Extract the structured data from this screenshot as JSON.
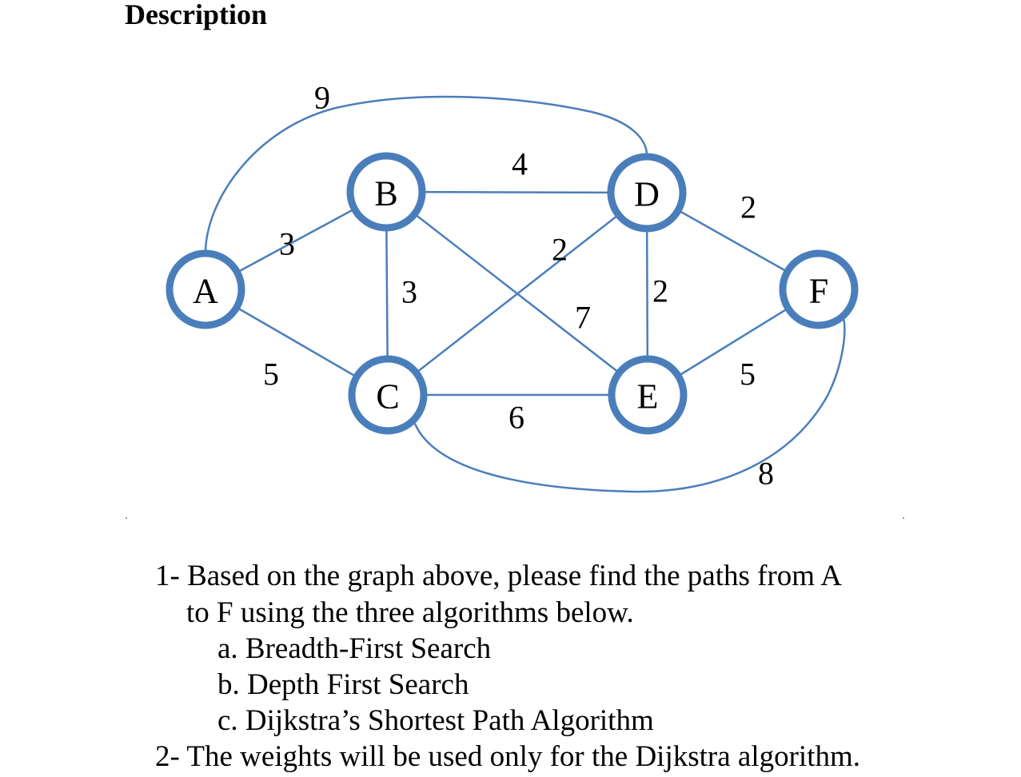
{
  "heading": "Description",
  "graph": {
    "nodes": [
      {
        "id": "A",
        "label": "A"
      },
      {
        "id": "B",
        "label": "B"
      },
      {
        "id": "C",
        "label": "C"
      },
      {
        "id": "D",
        "label": "D"
      },
      {
        "id": "E",
        "label": "E"
      },
      {
        "id": "F",
        "label": "F"
      }
    ],
    "edges": [
      {
        "from": "A",
        "to": "D",
        "weight": "9"
      },
      {
        "from": "A",
        "to": "B",
        "weight": "3"
      },
      {
        "from": "A",
        "to": "C",
        "weight": "5"
      },
      {
        "from": "B",
        "to": "D",
        "weight": "4"
      },
      {
        "from": "B",
        "to": "C",
        "weight": "3"
      },
      {
        "from": "B",
        "to": "E",
        "weight": "7"
      },
      {
        "from": "C",
        "to": "D",
        "weight": "2"
      },
      {
        "from": "D",
        "to": "E",
        "weight": "2"
      },
      {
        "from": "D",
        "to": "F",
        "weight": "2"
      },
      {
        "from": "C",
        "to": "E",
        "weight": "6"
      },
      {
        "from": "E",
        "to": "F",
        "weight": "5"
      },
      {
        "from": "C",
        "to": "F",
        "weight": "8"
      }
    ],
    "colors": {
      "edge": "#4a7ebb",
      "node_border": "#4a7ebb"
    }
  },
  "questions": {
    "q1_line1": "1- Based on the graph above, please find the paths from A",
    "q1_line2": "to F using the three algorithms below.",
    "q1_a": "a. Breadth-First Search",
    "q1_b": "b. Depth First Search",
    "q1_c": "c. Dijkstra’s Shortest Path Algorithm",
    "q2": "2- The weights will be used only for the Dijkstra algorithm."
  }
}
